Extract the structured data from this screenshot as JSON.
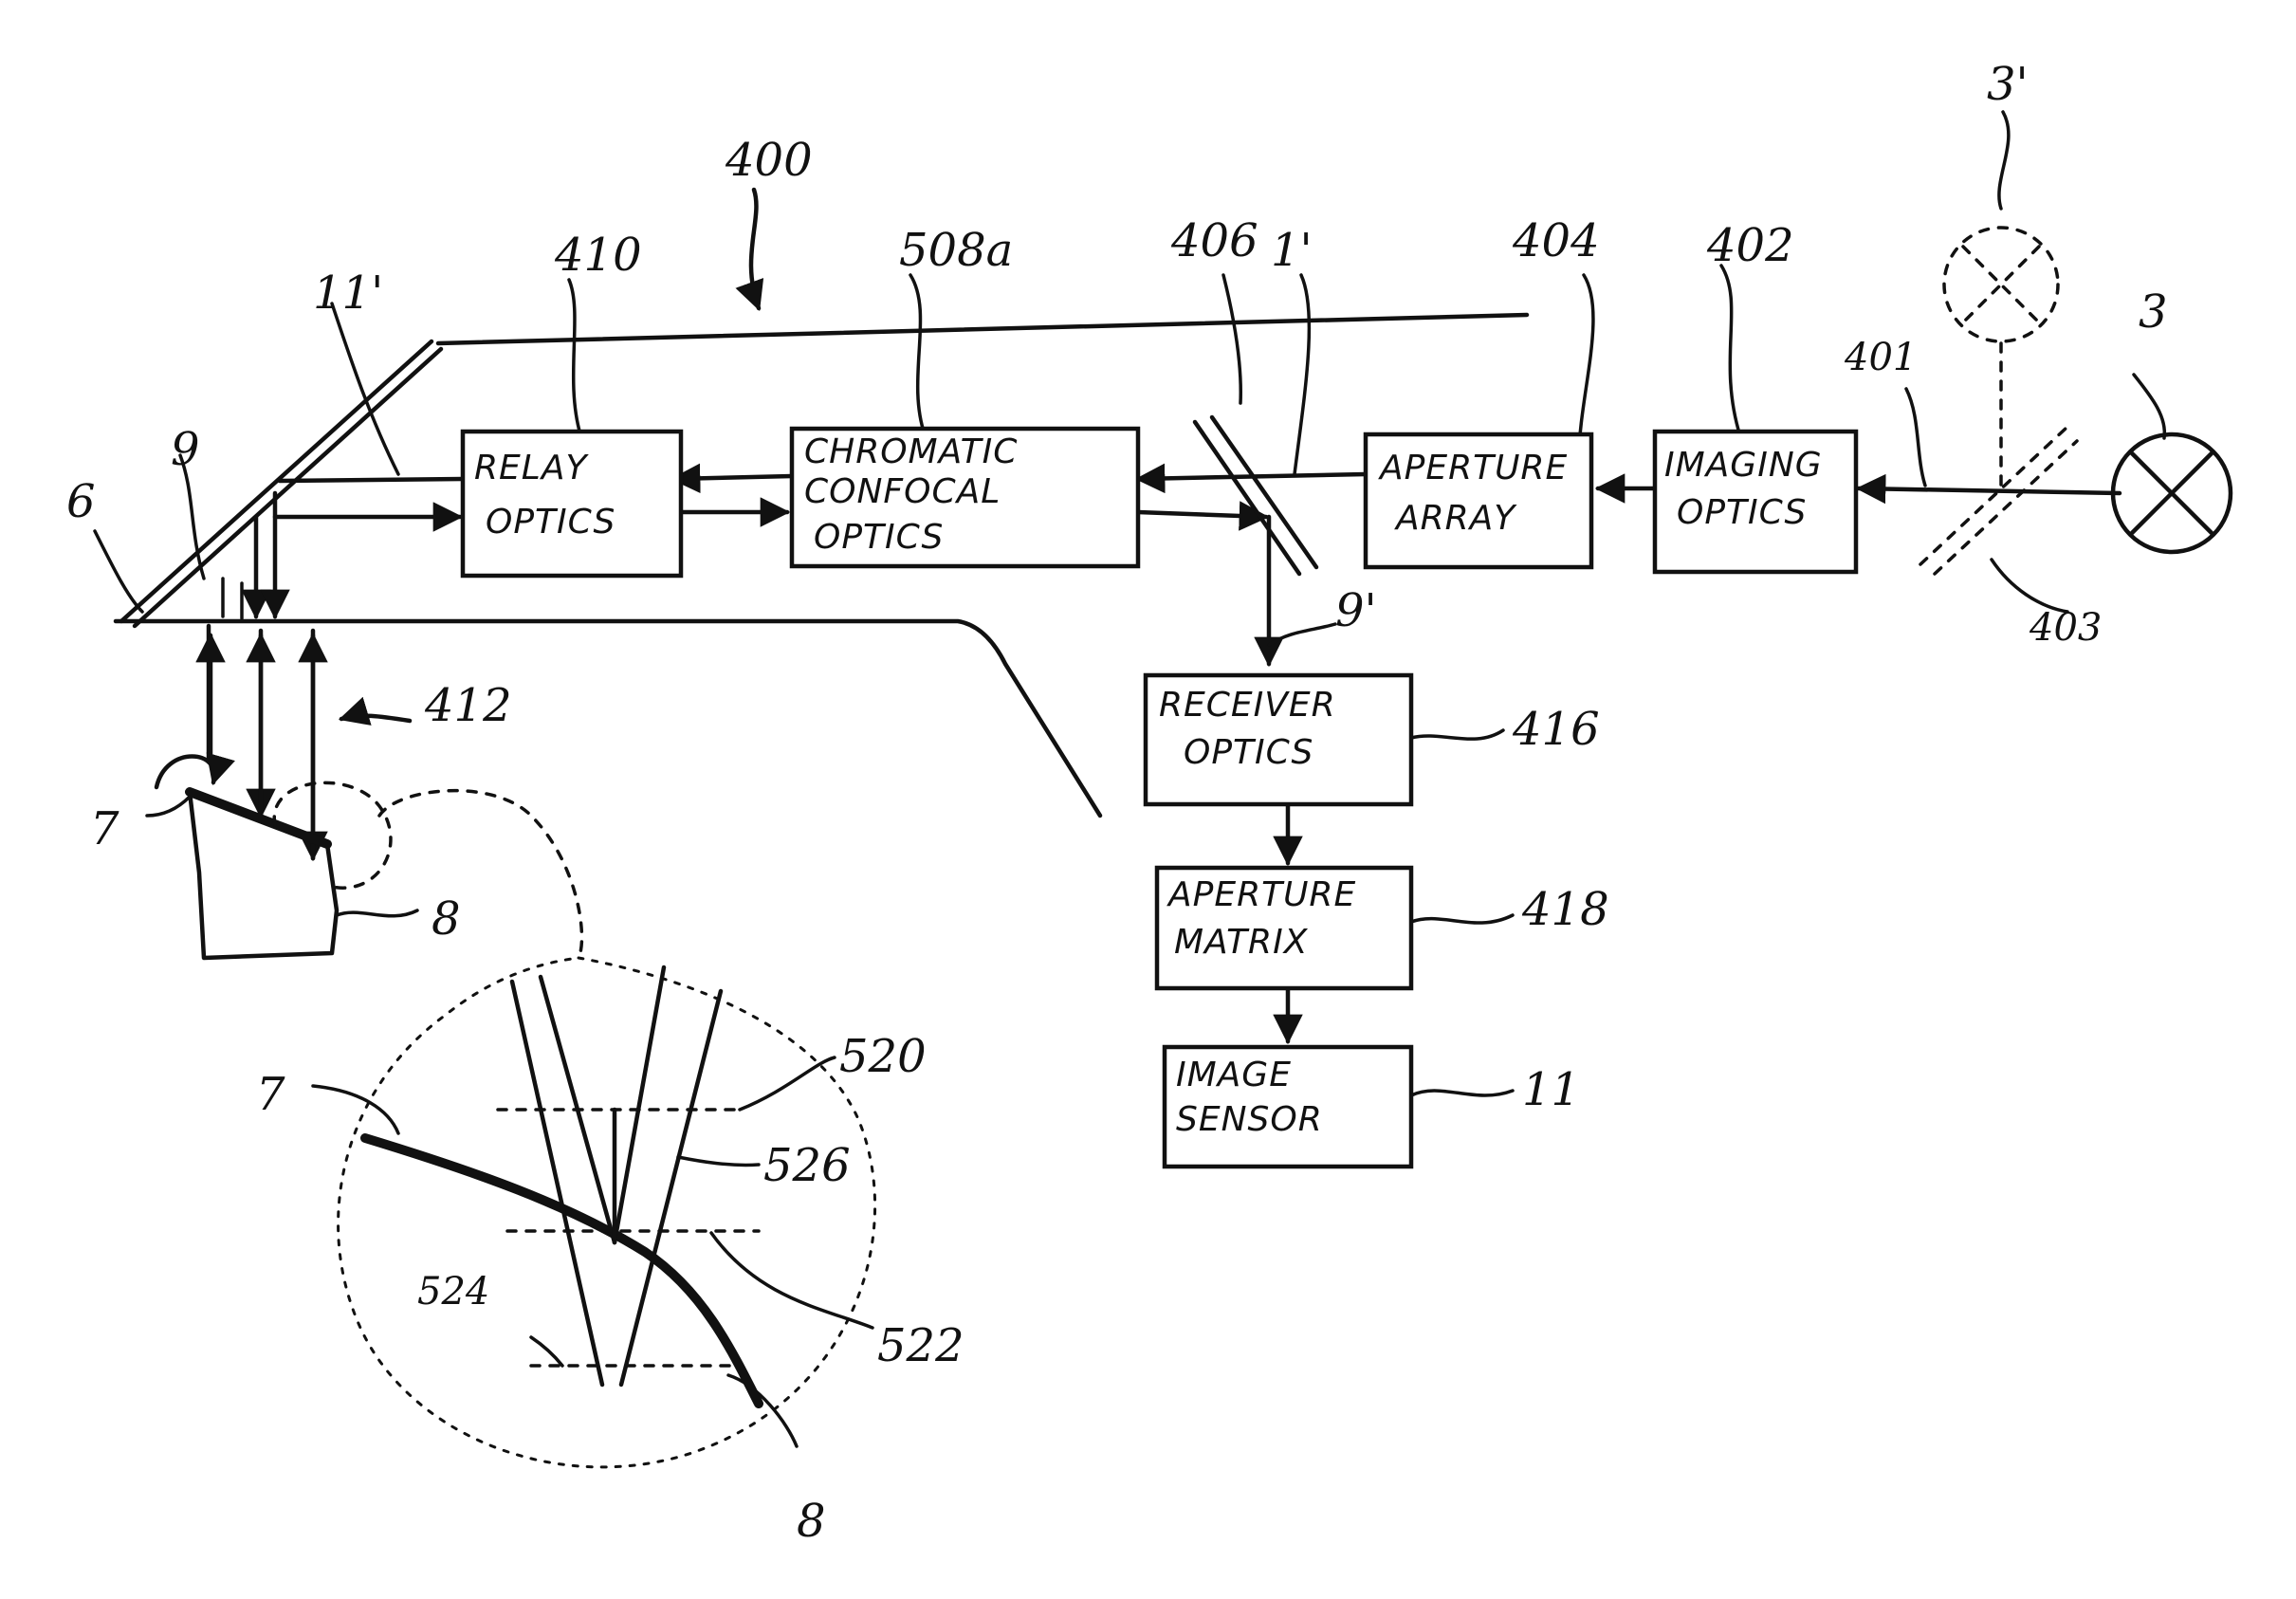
{
  "blocks": {
    "relay_optics": [
      "RELAY",
      "OPTICS"
    ],
    "chromatic_confocal_optics": [
      "CHROMATIC",
      "CONFOCAL",
      "OPTICS"
    ],
    "aperture_array": [
      "APERTURE",
      "ARRAY"
    ],
    "imaging_optics": [
      "IMAGING",
      "OPTICS"
    ],
    "receiver_optics": [
      "RECEIVER",
      "OPTICS"
    ],
    "aperture_matrix": [
      "APERTURE",
      "MATRIX"
    ],
    "image_sensor": [
      "IMAGE",
      "SENSOR"
    ]
  },
  "refs": {
    "r400": "400",
    "r410": "410",
    "r508a": "508a",
    "r406": "406",
    "r1p": "1'",
    "r404": "404",
    "r402": "402",
    "r3p": "3'",
    "r3": "3",
    "r401": "401",
    "r403": "403",
    "r11a": "11'",
    "r9": "9",
    "r6": "6",
    "r9p": "9'",
    "r412": "412",
    "r416": "416",
    "r418": "418",
    "r11": "11",
    "r7": "7",
    "r8": "8",
    "r7b": "7",
    "r520": "520",
    "r526": "526",
    "r524": "524",
    "r522": "522",
    "r8b": "8"
  }
}
